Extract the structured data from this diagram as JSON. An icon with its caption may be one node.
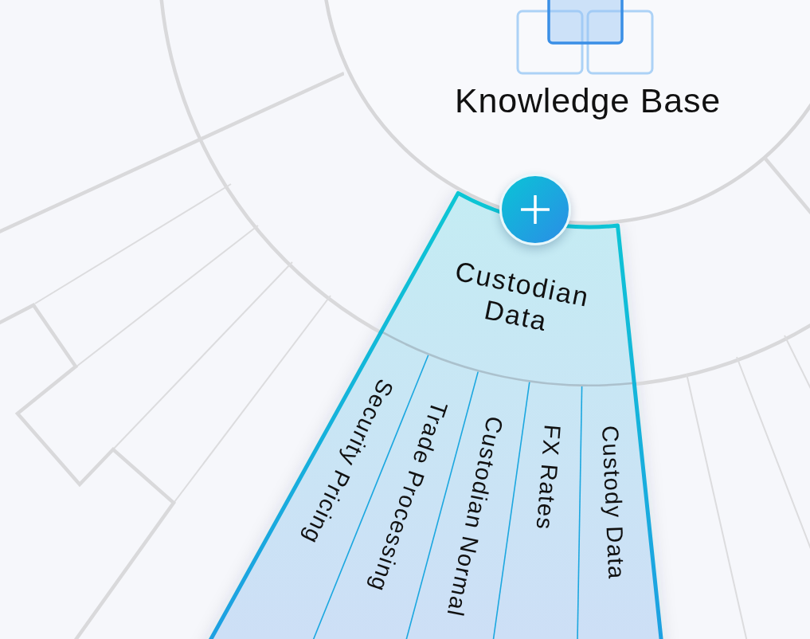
{
  "diagram": {
    "nodes": [
      {
        "text": [
          "Knowledge Base"
        ]
      },
      {
        "text": [
          "Custodian Data"
        ]
      },
      {
        "text": [
          "Security Pricing"
        ]
      },
      {
        "text": [
          "Trade Processing"
        ]
      },
      {
        "text": [
          "Custodian Normal"
        ]
      },
      {
        "text": [
          "FX Rates"
        ]
      },
      {
        "text": [
          "Custody Data"
        ]
      }
    ]
  }
}
